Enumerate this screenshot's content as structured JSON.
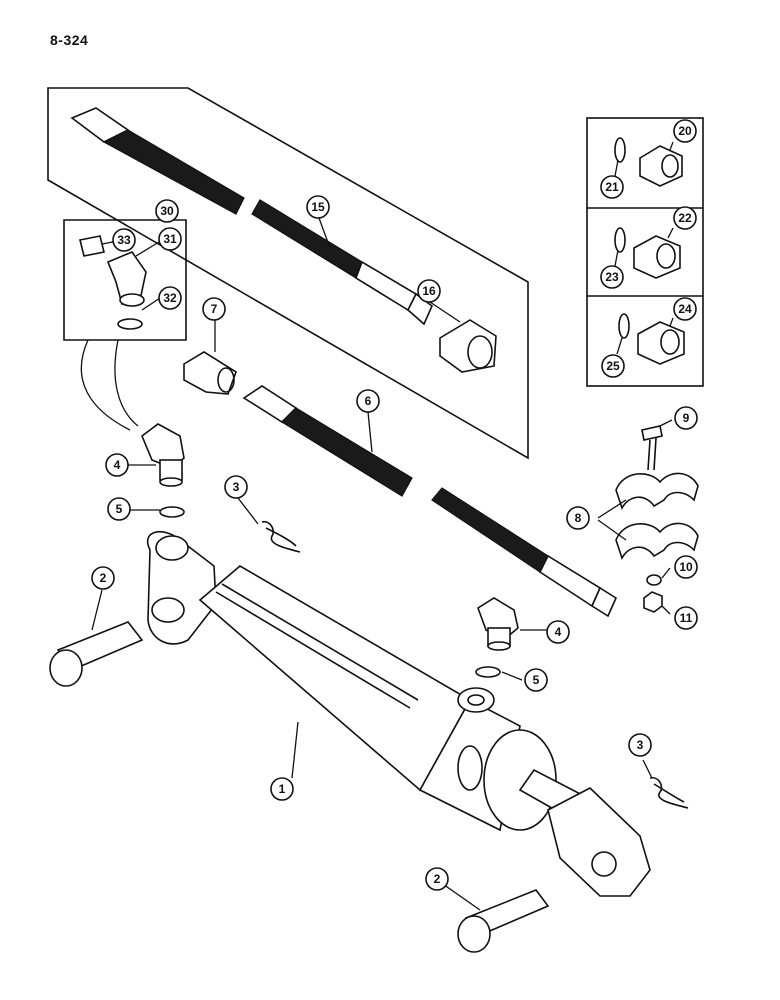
{
  "page": {
    "number": "8-324"
  },
  "callouts": [
    {
      "id": "c1",
      "label": "1"
    },
    {
      "id": "c2a",
      "label": "2"
    },
    {
      "id": "c2b",
      "label": "2"
    },
    {
      "id": "c3a",
      "label": "3"
    },
    {
      "id": "c3b",
      "label": "3"
    },
    {
      "id": "c4a",
      "label": "4"
    },
    {
      "id": "c4b",
      "label": "4"
    },
    {
      "id": "c5a",
      "label": "5"
    },
    {
      "id": "c5b",
      "label": "5"
    },
    {
      "id": "c6",
      "label": "6"
    },
    {
      "id": "c7",
      "label": "7"
    },
    {
      "id": "c8",
      "label": "8"
    },
    {
      "id": "c9",
      "label": "9"
    },
    {
      "id": "c10",
      "label": "10"
    },
    {
      "id": "c11",
      "label": "11"
    },
    {
      "id": "c15",
      "label": "15"
    },
    {
      "id": "c16",
      "label": "16"
    },
    {
      "id": "c20",
      "label": "20"
    },
    {
      "id": "c21",
      "label": "21"
    },
    {
      "id": "c22",
      "label": "22"
    },
    {
      "id": "c23",
      "label": "23"
    },
    {
      "id": "c24",
      "label": "24"
    },
    {
      "id": "c25",
      "label": "25"
    },
    {
      "id": "c30",
      "label": "30"
    },
    {
      "id": "c31",
      "label": "31"
    },
    {
      "id": "c32",
      "label": "32"
    },
    {
      "id": "c33",
      "label": "33"
    }
  ]
}
